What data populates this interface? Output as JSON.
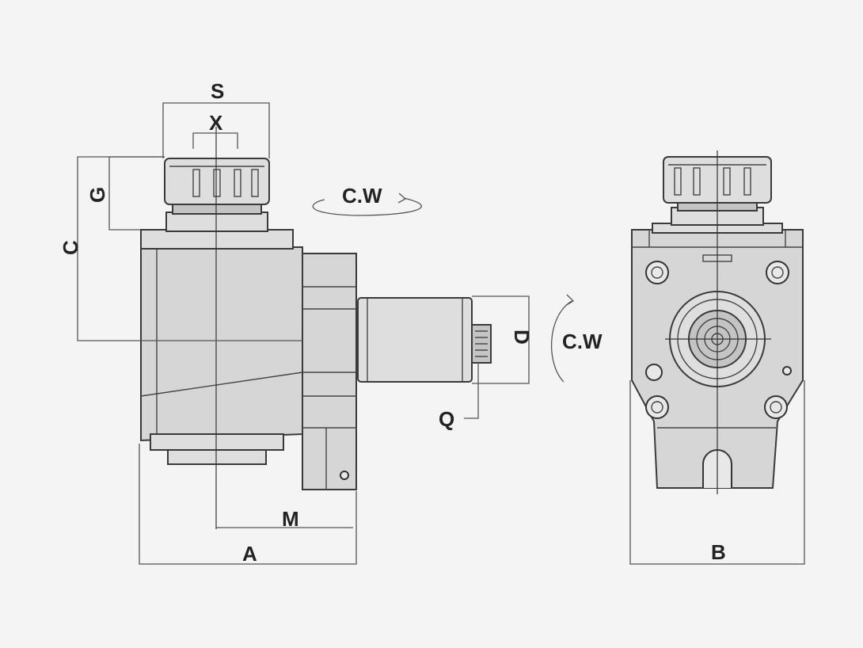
{
  "labels": {
    "s": "S",
    "x": "X",
    "g": "G",
    "c": "C",
    "d": "D",
    "q": "Q",
    "m": "M",
    "a": "A",
    "b": "B",
    "cw_top": "C.W",
    "cw_right": "C.W"
  }
}
